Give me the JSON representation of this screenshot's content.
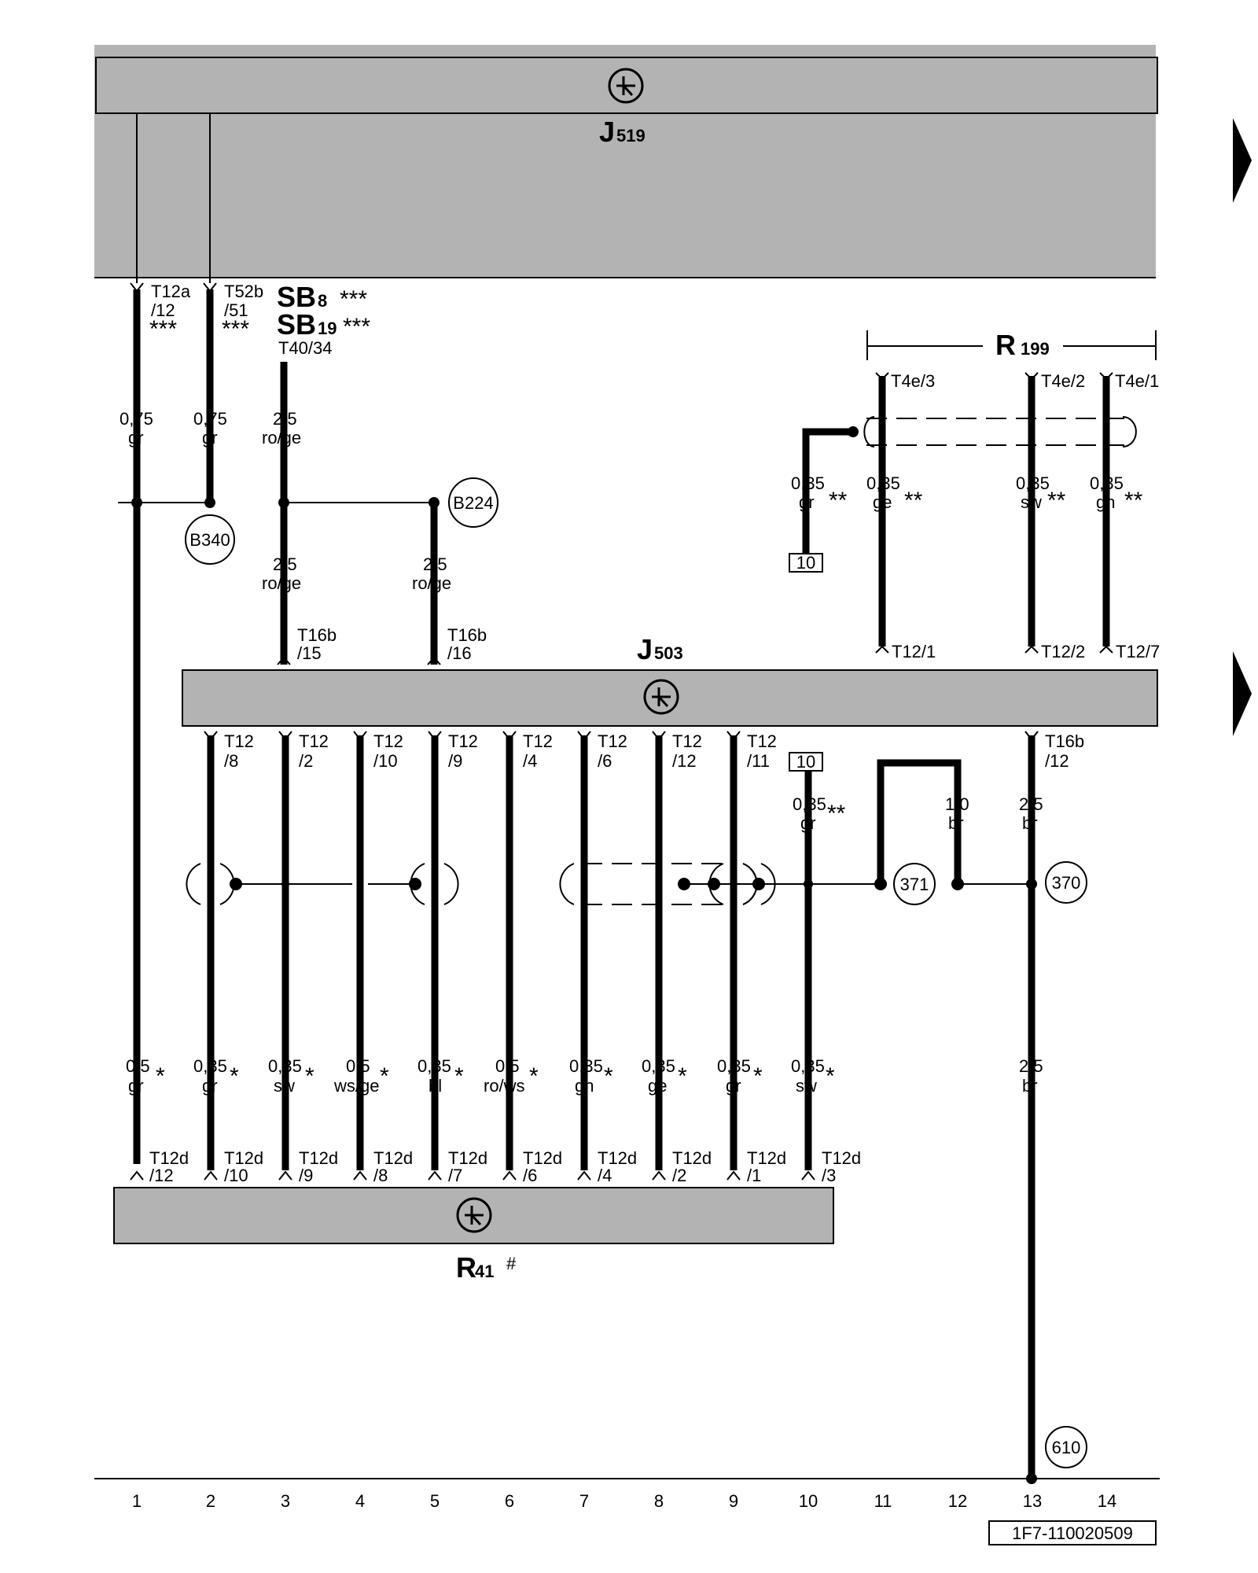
{
  "components": {
    "j519": {
      "main": "J",
      "sub": "519"
    },
    "j503": {
      "main": "J",
      "sub": "503"
    },
    "r41": {
      "main": "R",
      "sub": "41",
      "suffix": "#"
    },
    "r199": {
      "main": "R",
      "sub": "199"
    },
    "sb8": {
      "main": "SB",
      "sub": "8",
      "stars": "***"
    },
    "sb19": {
      "main": "SB",
      "sub": "19",
      "stars": "***"
    },
    "t40": "T40/34"
  },
  "top_connectors": [
    {
      "line1": "T12a",
      "line2": "/12",
      "stars": "***"
    },
    {
      "line1": "T52b",
      "line2": "/51",
      "stars": "***"
    }
  ],
  "r199_pins": [
    "T4e/3",
    "T4e/2",
    "T4e/1"
  ],
  "j503_top_pins": [
    {
      "line1": "T16b",
      "line2": "/15"
    },
    {
      "line1": "T16b",
      "line2": "/16"
    },
    {
      "single": "T12/1"
    },
    {
      "single": "T12/2"
    },
    {
      "single": "T12/7"
    }
  ],
  "j503_bottom_pins": [
    {
      "line1": "T12",
      "line2": "/8"
    },
    {
      "line1": "T12",
      "line2": "/2"
    },
    {
      "line1": "T12",
      "line2": "/10"
    },
    {
      "line1": "T12",
      "line2": "/9"
    },
    {
      "line1": "T12",
      "line2": "/4"
    },
    {
      "line1": "T12",
      "line2": "/6"
    },
    {
      "line1": "T12",
      "line2": "/12"
    },
    {
      "line1": "T12",
      "line2": "/11"
    },
    {
      "line1": "T16b",
      "line2": "/12"
    }
  ],
  "r41_pins": [
    {
      "line1": "T12d",
      "line2": "/12"
    },
    {
      "line1": "T12d",
      "line2": "/10"
    },
    {
      "line1": "T12d",
      "line2": "/9"
    },
    {
      "line1": "T12d",
      "line2": "/8"
    },
    {
      "line1": "T12d",
      "line2": "/7"
    },
    {
      "line1": "T12d",
      "line2": "/6"
    },
    {
      "line1": "T12d",
      "line2": "/4"
    },
    {
      "line1": "T12d",
      "line2": "/2"
    },
    {
      "line1": "T12d",
      "line2": "/1"
    },
    {
      "line1": "T12d",
      "line2": "/3"
    }
  ],
  "wires_upper": [
    {
      "size": "0,75",
      "color": "gr"
    },
    {
      "size": "0,75",
      "color": "gr"
    },
    {
      "size": "2,5",
      "color": "ro/ge"
    },
    {
      "size": "2,5",
      "color": "ro/ge"
    },
    {
      "size": "2,5",
      "color": "ro/ge"
    },
    {
      "size": "0,35",
      "color": "gr",
      "stars": "**"
    },
    {
      "size": "0,35",
      "color": "ge",
      "stars": "**"
    },
    {
      "size": "0,35",
      "color": "sw",
      "stars": "**"
    },
    {
      "size": "0,35",
      "color": "gn",
      "stars": "**"
    }
  ],
  "wires_mid": [
    {
      "size": "0,35",
      "color": "gr",
      "stars": "**"
    },
    {
      "size": "1,0",
      "color": "br"
    },
    {
      "size": "2,5",
      "color": "br"
    }
  ],
  "wires_lower": [
    {
      "size": "0,5",
      "color": "gr",
      "stars": "*"
    },
    {
      "size": "0,35",
      "color": "gr",
      "stars": "*"
    },
    {
      "size": "0,35",
      "color": "sw",
      "stars": "*"
    },
    {
      "size": "0,5",
      "color": "ws/ge",
      "stars": "*"
    },
    {
      "size": "0,35",
      "color": "bl",
      "stars": "*"
    },
    {
      "size": "0,5",
      "color": "ro/ws",
      "stars": "*"
    },
    {
      "size": "0,35",
      "color": "gn",
      "stars": "*"
    },
    {
      "size": "0,35",
      "color": "ge",
      "stars": "*"
    },
    {
      "size": "0,35",
      "color": "gr",
      "stars": "*"
    },
    {
      "size": "0,35",
      "color": "sw",
      "stars": "*"
    },
    {
      "size": "2,5",
      "color": "br"
    }
  ],
  "nodes": [
    "B340",
    "B224",
    "371",
    "370",
    "610"
  ],
  "refs": [
    "10",
    "10"
  ],
  "columns": [
    "1",
    "2",
    "3",
    "4",
    "5",
    "6",
    "7",
    "8",
    "9",
    "10",
    "11",
    "12",
    "13",
    "14"
  ],
  "drawing_id": "1F7-110020509",
  "colors": {
    "component_fill": "#b3b3b3",
    "line": "#000000"
  }
}
